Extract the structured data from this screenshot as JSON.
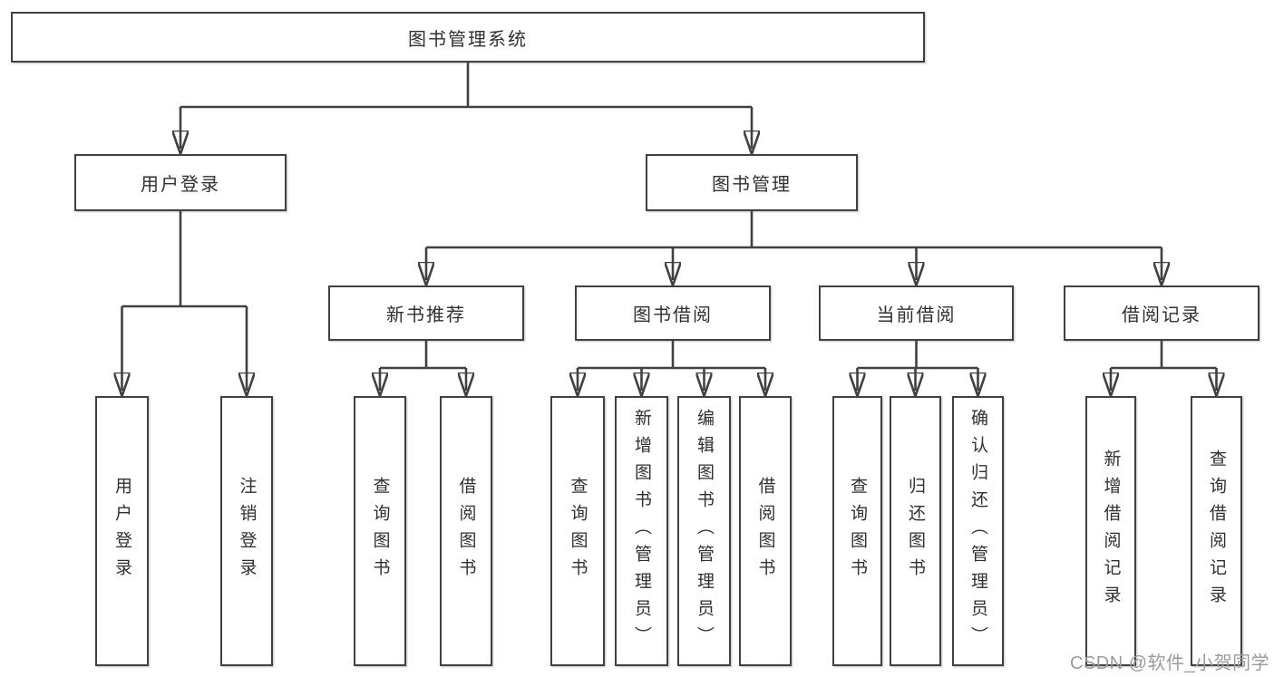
{
  "diagram": {
    "root": "图书管理系统",
    "branches": [
      "用户登录",
      "图书管理"
    ],
    "modules": [
      "新书推荐",
      "图书借阅",
      "当前借阅",
      "借阅记录"
    ],
    "leaves": {
      "user_login": [
        "用户登录",
        "注销登录"
      ],
      "new_books": [
        "查询图书",
        "借阅图书"
      ],
      "book_borrow": [
        "查询图书",
        "新增图书（管理员）",
        "编辑图书（管理员）",
        "借阅图书"
      ],
      "current_borrow": [
        "查询图书",
        "归还图书",
        "确认归还（管理员）"
      ],
      "borrow_records": [
        "新增借阅记录",
        "查询借阅记录"
      ]
    }
  },
  "watermark": "CSDN @软件_小贺同学",
  "colors": {
    "line": "#414141",
    "text": "#303030",
    "watermark": "#9b9b9b",
    "background": "#ffffff"
  }
}
